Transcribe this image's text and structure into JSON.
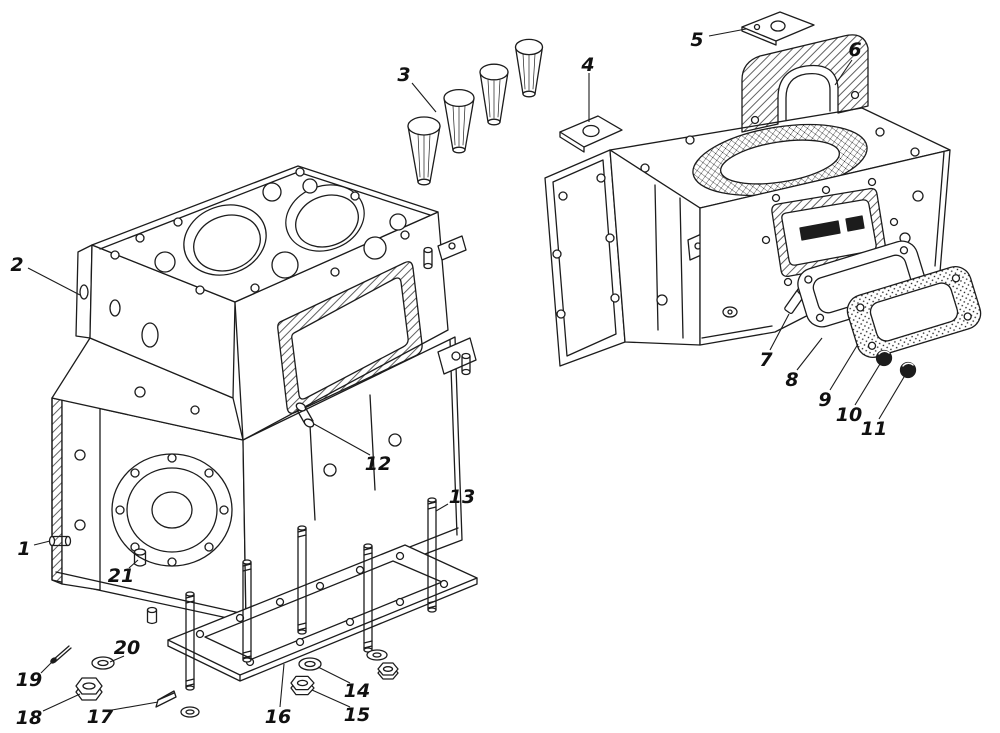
{
  "page": {
    "background_color": "#ffffff",
    "line_color": "#1c1c1c"
  },
  "diagram": {
    "kind": "exploded-parts-line-drawing",
    "subject": "Engine cylinder block and crankcase exploded view with numbered part callouts",
    "callouts": [
      {
        "label": "1"
      },
      {
        "label": "2"
      },
      {
        "label": "3"
      },
      {
        "label": "4"
      },
      {
        "label": "5"
      },
      {
        "label": "6"
      },
      {
        "label": "7"
      },
      {
        "label": "8"
      },
      {
        "label": "9"
      },
      {
        "label": "10"
      },
      {
        "label": "11"
      },
      {
        "label": "12"
      },
      {
        "label": "13"
      },
      {
        "label": "14"
      },
      {
        "label": "15"
      },
      {
        "label": "16"
      },
      {
        "label": "17"
      },
      {
        "label": "18"
      },
      {
        "label": "19"
      },
      {
        "label": "20"
      },
      {
        "label": "21"
      }
    ]
  }
}
